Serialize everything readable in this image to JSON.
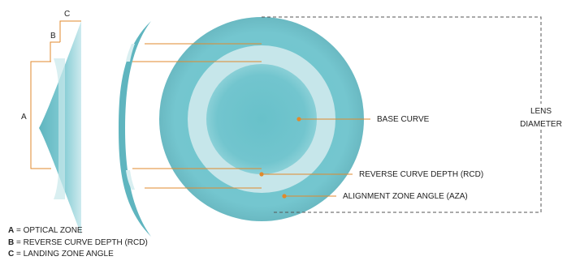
{
  "labels": {
    "a": "A",
    "b": "B",
    "c": "C",
    "base_curve": "BASE CURVE",
    "reverse_curve_depth": "REVERSE CURVE DEPTH (RCD)",
    "alignment_zone_angle": "ALIGNMENT ZONE ANGLE (AZA)",
    "lens_diameter_line1": "LENS",
    "lens_diameter_line2": "DIAMETER"
  },
  "legend": [
    {
      "key": "A",
      "text": " = OPTICAL ZONE"
    },
    {
      "key": "B",
      "text": " = REVERSE CURVE DEPTH (RCD)"
    },
    {
      "key": "C",
      "text": " = LANDING ZONE ANGLE"
    }
  ],
  "colors": {
    "lens_teal": "#74c6cf",
    "lens_dark_teal": "#5fb5bf",
    "reverse_zone_light": "#cde9ec",
    "leader_orange": "#e08a2c",
    "dashed_line": "#555555",
    "text": "#222222"
  }
}
